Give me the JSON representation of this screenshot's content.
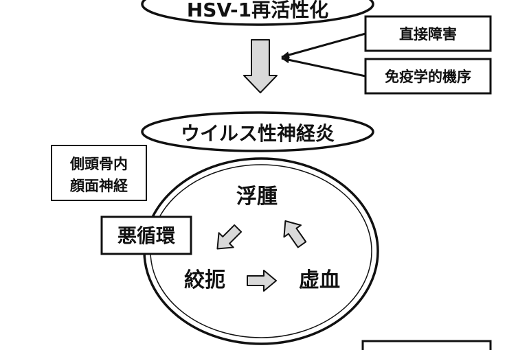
{
  "diagram": {
    "top_node": "HSV-1再活性化",
    "cause_direct": "直接障害",
    "cause_immune": "免疫学的機序",
    "middle_node": "ウイルス性神経炎",
    "location_line1": "側頭骨内",
    "location_line2": "顔面神経",
    "cycle_label": "悪循環",
    "cycle_edema": "浮腫",
    "cycle_strangulation": "絞扼",
    "cycle_ischemia": "虚血"
  },
  "colors": {
    "stroke": "#111111",
    "arrow_fill": "#d9d9d9",
    "background": "#ffffff"
  }
}
